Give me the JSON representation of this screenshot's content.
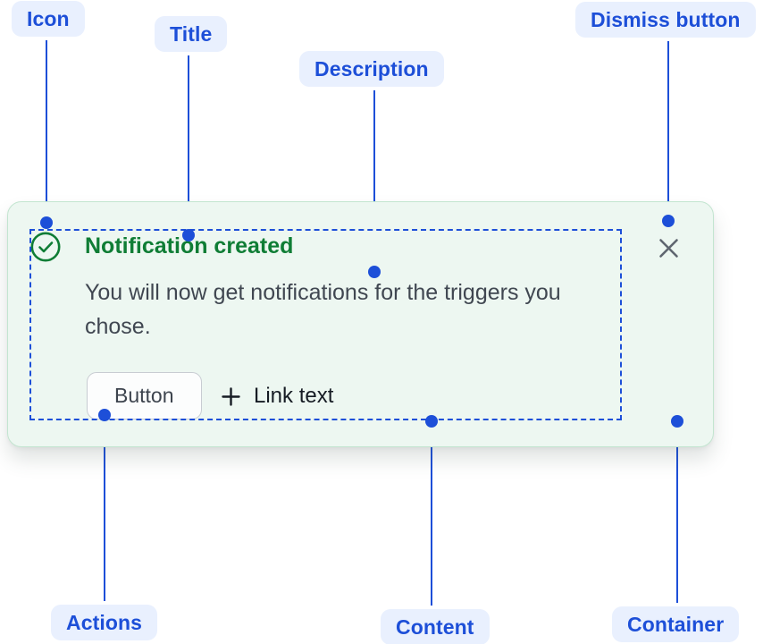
{
  "annotations": {
    "icon": {
      "label": "Icon"
    },
    "title": {
      "label": "Title"
    },
    "description": {
      "label": "Description"
    },
    "dismiss": {
      "label": "Dismiss button"
    },
    "actions": {
      "label": "Actions"
    },
    "content": {
      "label": "Content"
    },
    "container": {
      "label": "Container"
    }
  },
  "toast": {
    "title": "Notification created",
    "description": "You will now get notifications for the triggers you chose.",
    "button_label": "Button",
    "link_label": "Link text",
    "icons": {
      "status": "check-circle-icon",
      "dismiss": "close-icon",
      "link_prefix": "plus-icon"
    }
  },
  "colors": {
    "annotation_blue": "#1d4fd8",
    "annotation_pill_bg": "#e9f0fe",
    "toast_background": "#edf7f1",
    "toast_border": "#c3e5d0",
    "success_green": "#0f7d35",
    "description_text": "#404751",
    "dismiss_gray": "#5f6670"
  }
}
